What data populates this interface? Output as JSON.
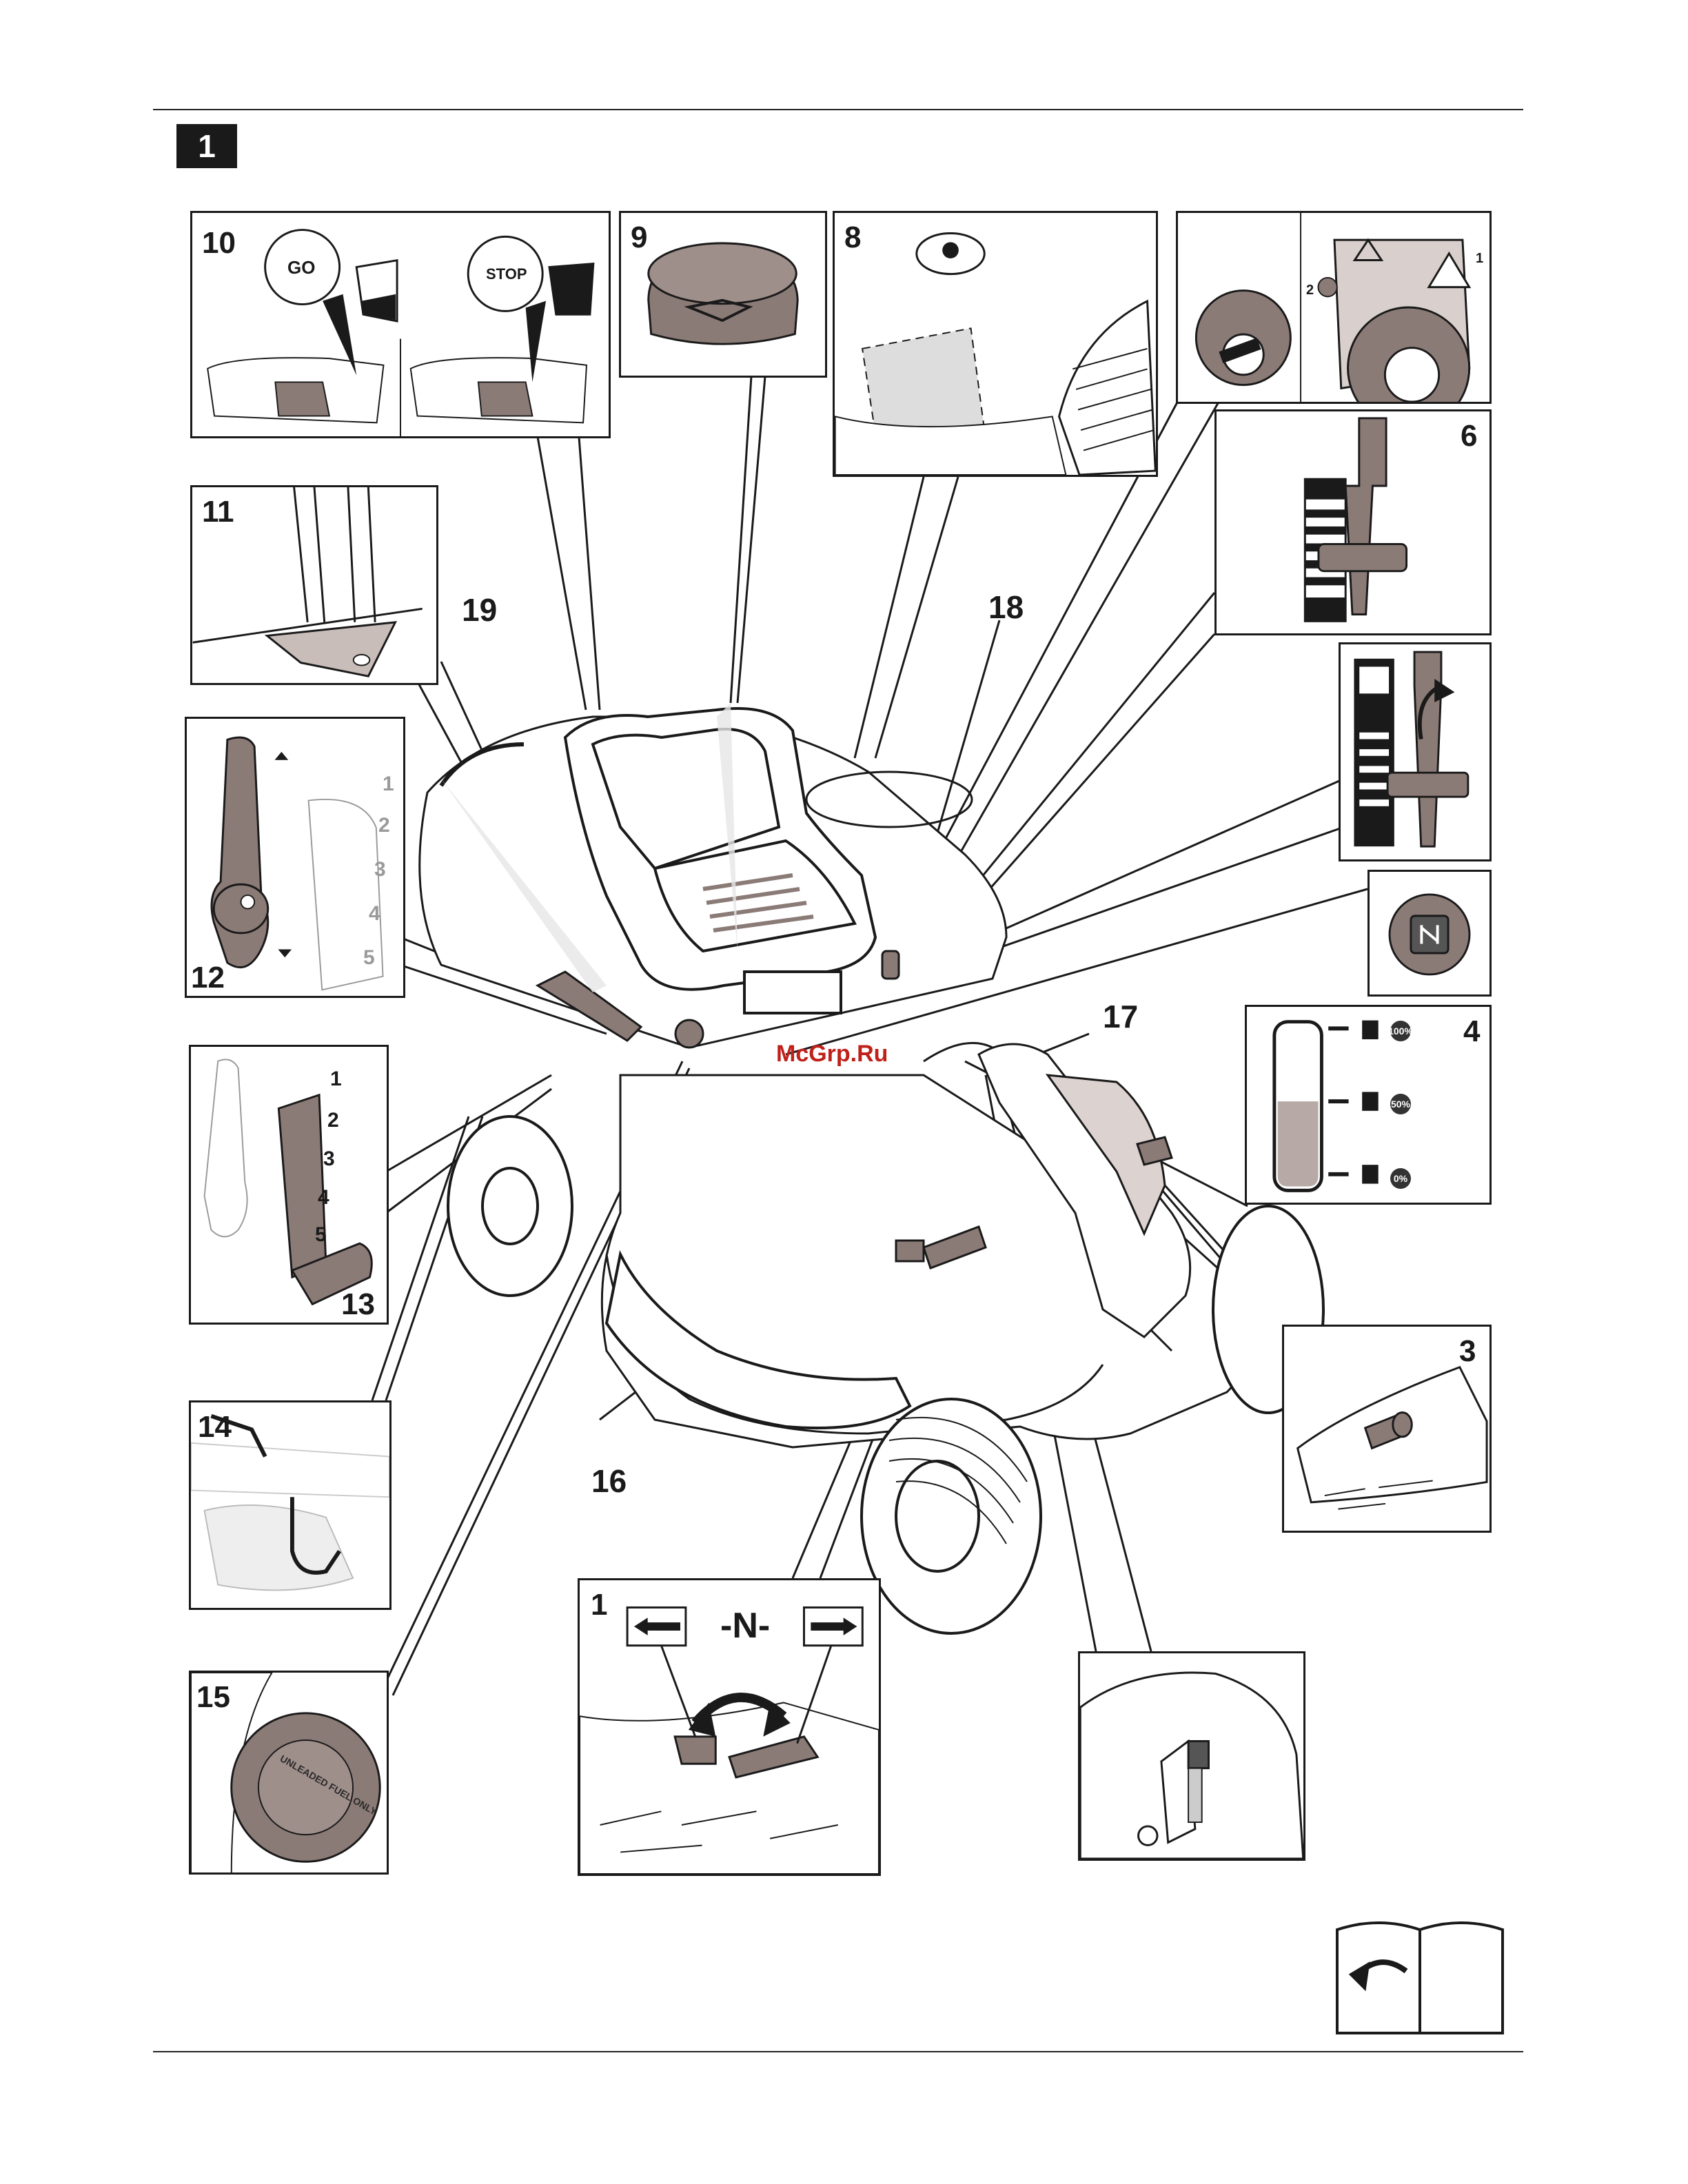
{
  "figure_badge": "1",
  "panel_numbers": {
    "p10": "10",
    "p9": "9",
    "p8": "8",
    "p11": "11",
    "p12": "12",
    "p13": "13",
    "p14": "14",
    "p15": "15",
    "p1": "1",
    "p3": "3",
    "p4": "4",
    "p6": "6"
  },
  "callouts": {
    "c19": "19",
    "c18": "18",
    "c17": "17",
    "c16": "16"
  },
  "panel10": {
    "go": "GO",
    "stop": "STOP"
  },
  "panel1": {
    "neutral": "-N-"
  },
  "panel12_scale": [
    "1",
    "2",
    "3",
    "4",
    "5"
  ],
  "panel13_scale": [
    "1",
    "2",
    "3",
    "4",
    "5"
  ],
  "ignition_marks": {
    "one": "1",
    "two": "2"
  },
  "fuel_levels": [
    "100%",
    "50%",
    "0%"
  ],
  "cap_text": "UNLEADED FUEL ONLY",
  "watermark": "McGrp.Ru",
  "colors": {
    "part_fill": "#8b7b77",
    "light_fill": "#c9bdb9",
    "line": "#1a1a1a",
    "watermark": "#c0201a"
  }
}
